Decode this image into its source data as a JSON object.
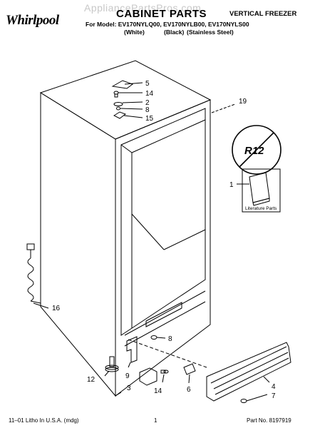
{
  "header": {
    "brand": "Whirlpool",
    "watermark": "AppliancePartsPros.com",
    "title": "CABINET PARTS",
    "product_type": "VERTICAL FREEZER",
    "model_line": "For Model: EV170NYLQ00, EV170NYLB00, EV170NYLS00",
    "variant_white": "(White)",
    "variant_black": "(Black)",
    "variant_stainless": "(Stainless Steel)"
  },
  "callouts": {
    "c1": "1",
    "c2": "2",
    "c3": "3",
    "c4": "4",
    "c5": "5",
    "c6": "6",
    "c7": "7",
    "c8a": "8",
    "c8b": "8",
    "c9": "9",
    "c12": "12",
    "c14a": "14",
    "c14b": "14",
    "c15": "15",
    "c16": "16",
    "c19": "19"
  },
  "refrigerant_badge": "R12",
  "literature_label": "Literature Parts",
  "footer": {
    "print_code": "11–01 Litho In U.S.A. (mdg)",
    "page_number": "1",
    "part_number": "Part No. 8197919"
  },
  "colors": {
    "line": "#000000",
    "watermark": "#c8c8c8"
  }
}
